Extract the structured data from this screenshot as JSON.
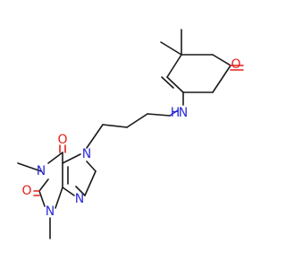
{
  "molecule": {
    "atoms": {
      "o_ketone": "O",
      "n_amine": "N",
      "h_amine": "H",
      "n7": "N",
      "o6": "O",
      "n1": "N",
      "o2": "O",
      "n3": "N",
      "n9": "N"
    },
    "colors": {
      "bond": "#1a1a1a",
      "nitrogen": "#2b2bd9",
      "oxygen": "#e3201b"
    }
  }
}
